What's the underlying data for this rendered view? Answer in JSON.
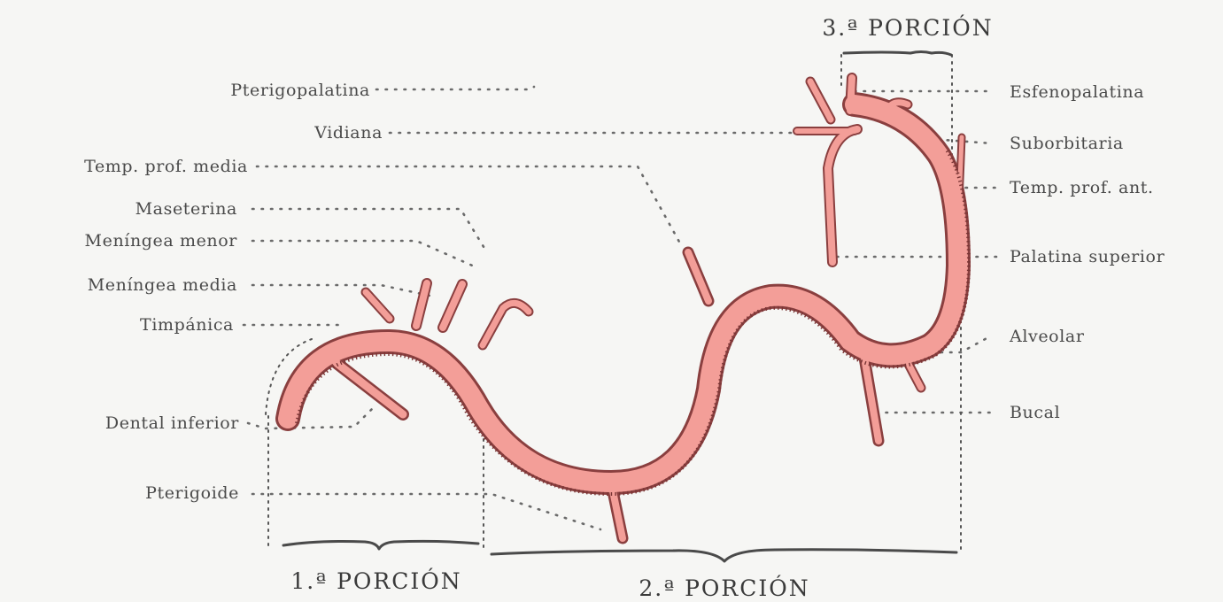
{
  "diagram": {
    "colors": {
      "artery": "#f39e98",
      "artery_edge": "#8a3f3f",
      "background": "#f6f6f4"
    },
    "portions": {
      "first": "1.ª PORCIÓN",
      "second": "2.ª PORCIÓN",
      "third": "3.ª PORCIÓN"
    },
    "left_labels": [
      "Pterigopalatina",
      "Vidiana",
      "Temp. prof. media",
      "Maseterina",
      "Meníngea menor",
      "Meníngea media",
      "Timpánica",
      "Dental inferior",
      "Pterigoide"
    ],
    "right_labels": [
      "Esfenopalatina",
      "Suborbitaria",
      "Temp. prof. ant.",
      "Palatina superior",
      "Alveolar",
      "Bucal"
    ]
  }
}
